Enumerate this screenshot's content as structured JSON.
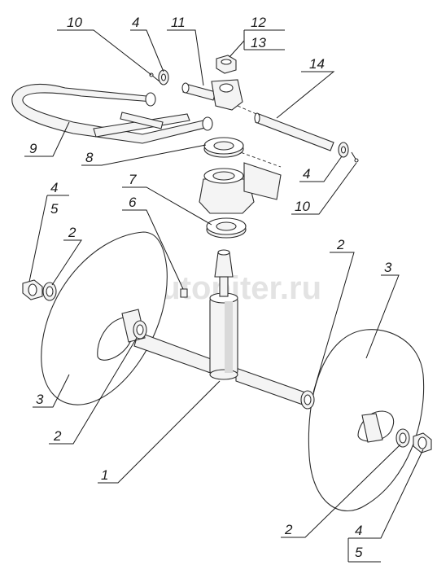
{
  "watermark": "autopiter.ru",
  "callouts": {
    "c10_top": "10",
    "c4_top": "4",
    "c11": "11",
    "c12": "12",
    "c13": "13",
    "c14": "14",
    "c9": "9",
    "c8": "8",
    "c4_right": "4",
    "c10_right": "10",
    "c7": "7",
    "c6": "6",
    "c4_left": "4",
    "c5_left": "5",
    "c2_left": "2",
    "c2_right_top": "2",
    "c3_right": "3",
    "c3_left": "3",
    "c2_left_bottom": "2",
    "c1": "1",
    "c2_bottom": "2",
    "c4_bottom": "4",
    "c5_bottom": "5"
  }
}
